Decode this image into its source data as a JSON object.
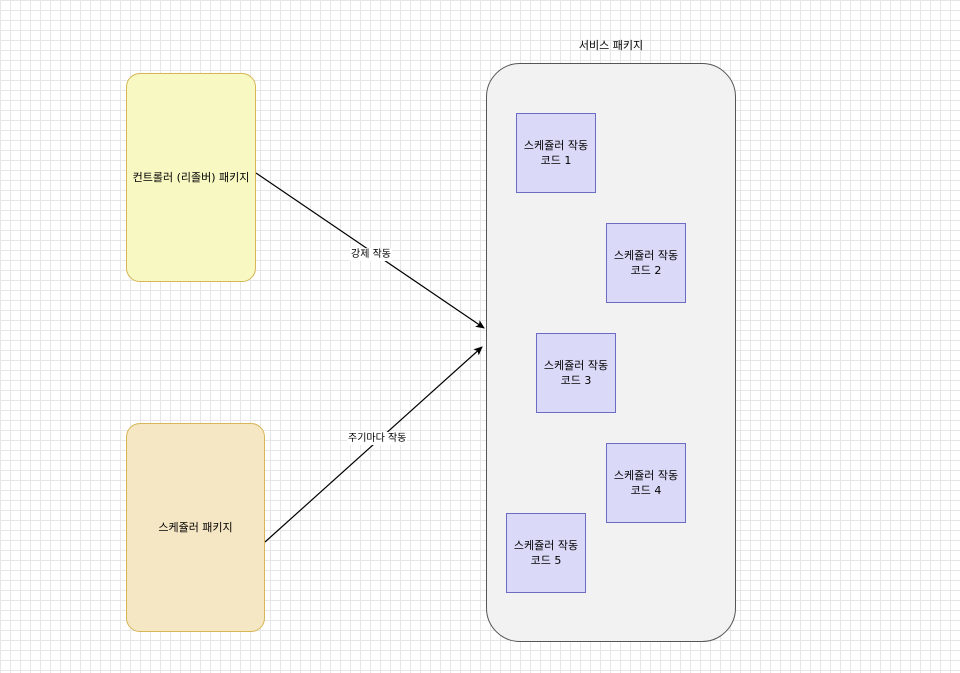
{
  "diagram": {
    "controller_package": {
      "label": "컨트롤러 (리졸버) 패키지",
      "fill": "#f8f8c3",
      "stroke": "#d6b656"
    },
    "scheduler_package": {
      "label": "스케쥴러 패키지",
      "fill": "#f5e6c4",
      "stroke": "#d6b656"
    },
    "service_package": {
      "title": "서비스 패키지",
      "fill": "#f2f2f2",
      "stroke": "#555555",
      "codes": [
        {
          "label": "스케쥴러 작동\n코드 1"
        },
        {
          "label": "스케쥴러 작동\n코드 2"
        },
        {
          "label": "스케쥴러 작동\n코드 3"
        },
        {
          "label": "스케쥴러 작동\n코드 4"
        },
        {
          "label": "스케쥴러 작동\n코드 5"
        }
      ],
      "code_fill": "#dadaf8",
      "code_stroke": "#6c6cc4"
    },
    "edges": [
      {
        "from": "controller_package",
        "to": "service_package",
        "label": "강제 작동"
      },
      {
        "from": "scheduler_package",
        "to": "service_package",
        "label": "주기마다 작동"
      }
    ]
  }
}
